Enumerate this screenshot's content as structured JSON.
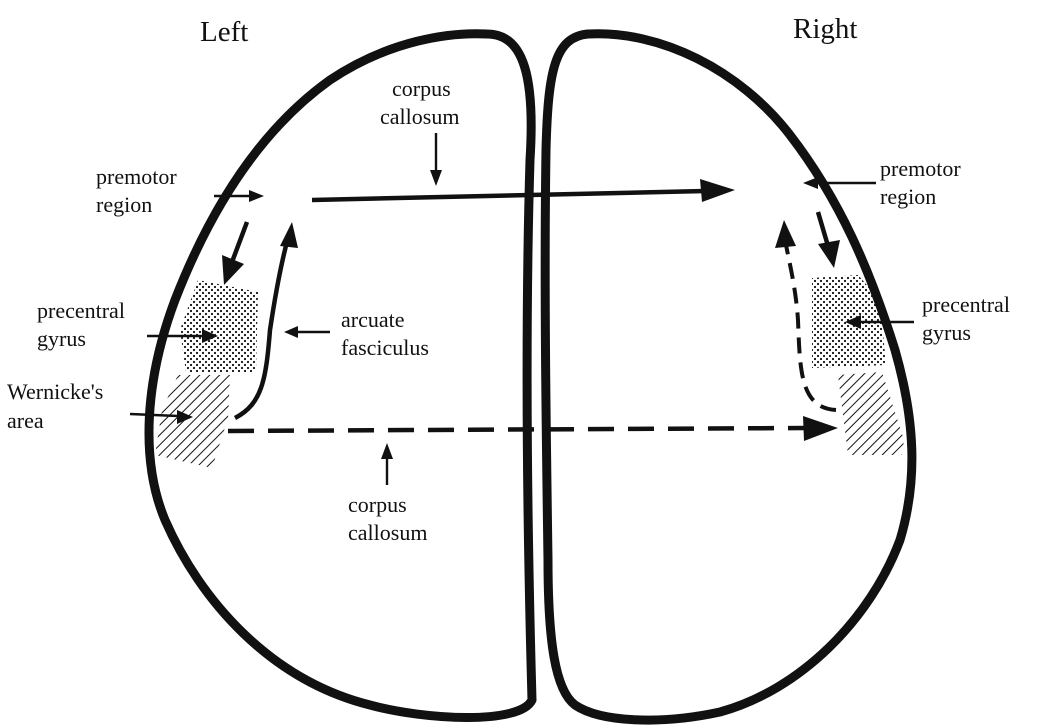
{
  "hemispheres": {
    "left_title": "Left",
    "right_title": "Right"
  },
  "labels": {
    "corpus_callosum_top": [
      "corpus",
      "callosum"
    ],
    "corpus_callosum_bottom": [
      "corpus",
      "callosum"
    ],
    "premotor_left": [
      "premotor",
      "region"
    ],
    "premotor_right": [
      "premotor",
      "region"
    ],
    "precentral_left": [
      "precentral",
      "gyrus"
    ],
    "precentral_right": [
      "precentral",
      "gyrus"
    ],
    "arcuate": [
      "arcuate",
      "fasciculus"
    ],
    "wernicke": [
      "Wernicke's",
      "area"
    ]
  },
  "colors": {
    "ink": "#111111",
    "background": "#ffffff"
  }
}
